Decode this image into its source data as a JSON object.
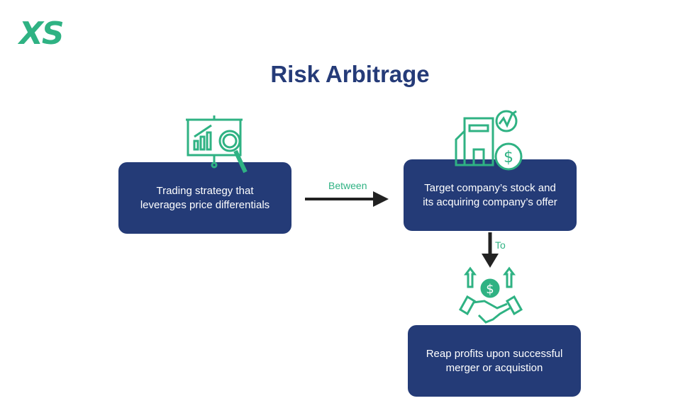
{
  "logo": "XS",
  "title": "Risk Arbitrage",
  "boxes": [
    {
      "text": "Trading strategy that leverages price differentials"
    },
    {
      "text": "Target company’s stock and its acquiring company’s offer"
    },
    {
      "text": "Reap profits upon successful merger or acquistion"
    }
  ],
  "arrows": {
    "between": "Between",
    "to": "To"
  },
  "colors": {
    "accent": "#2fb283",
    "box": "#243b77"
  }
}
